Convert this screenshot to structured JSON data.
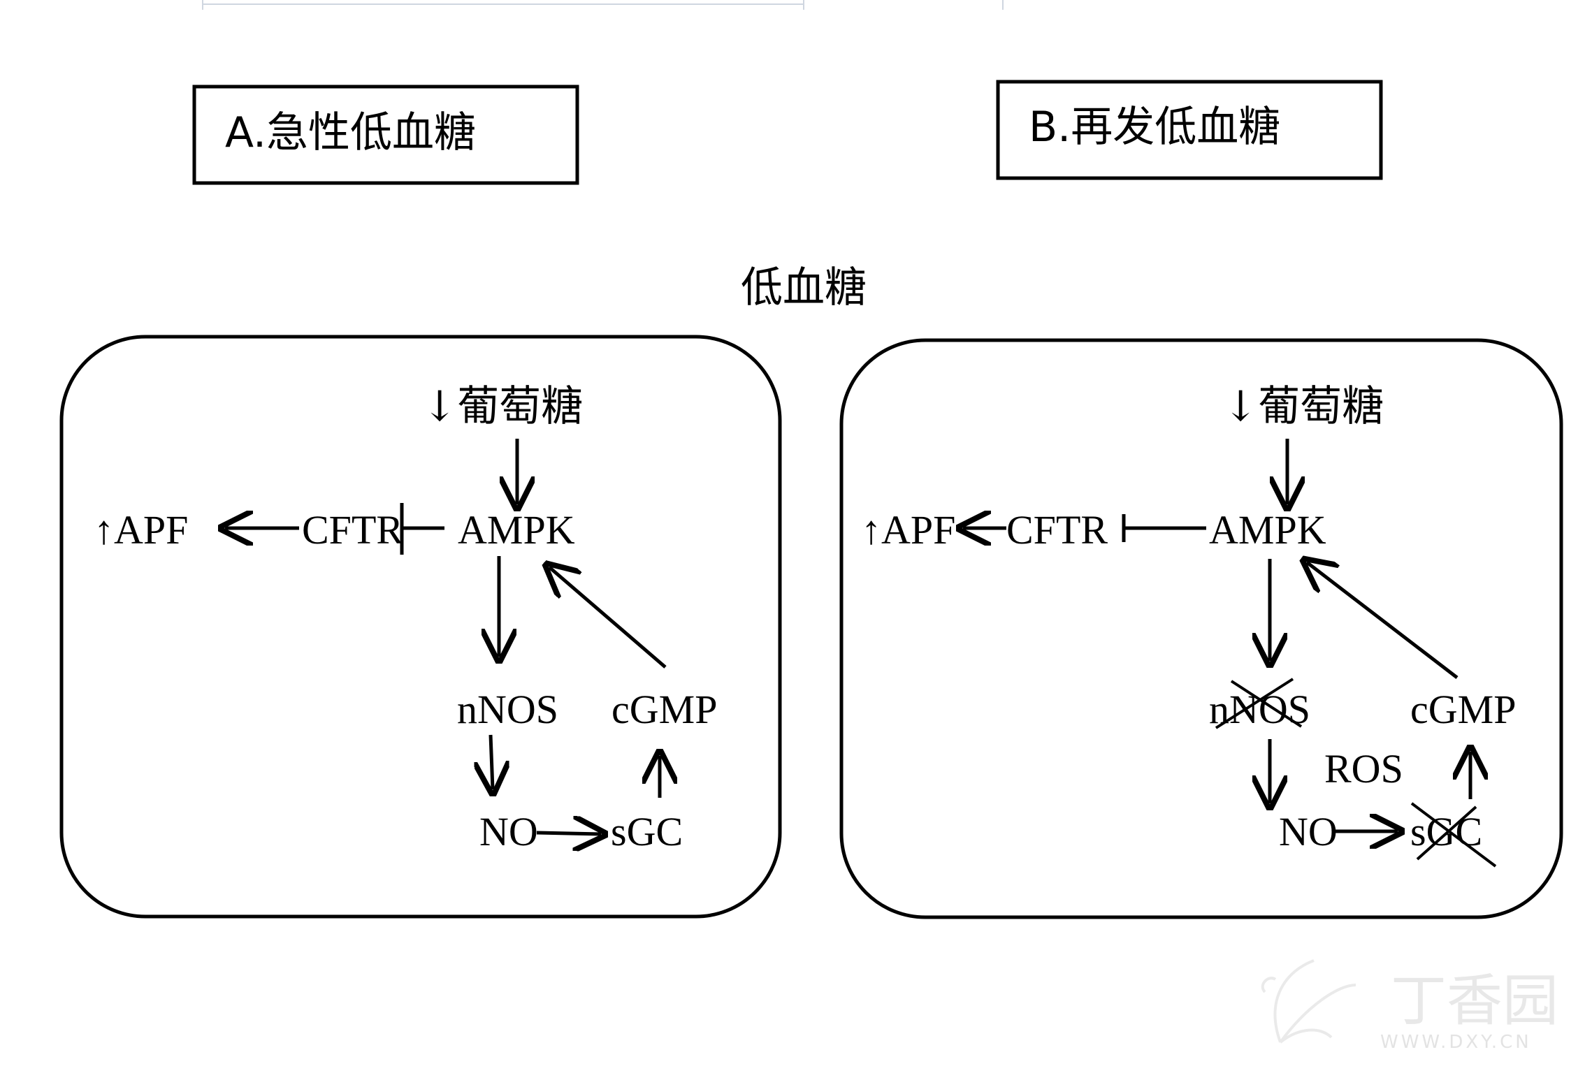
{
  "panel_a": {
    "title": "A.急性低血糖",
    "glucose": "↓葡萄糖",
    "apf": "↑APF",
    "cftr": "CFTR",
    "ampk": "AMPK",
    "nnos": "nNOS",
    "cgmp": "cGMP",
    "no": "NO",
    "sgc": "sGC"
  },
  "panel_b": {
    "title": "B.再发低血糖",
    "glucose": "↓葡萄糖",
    "apf": "↑APF",
    "cftr": "CFTR",
    "ampk": "AMPK",
    "nnos": "nNOS",
    "cgmp": "cGMP",
    "no": "NO",
    "sgc": "sGC",
    "ros": "ROS"
  },
  "center_label": "低血糖",
  "watermark": {
    "brand": "丁香园",
    "url": "WWW.DXY.CN"
  }
}
